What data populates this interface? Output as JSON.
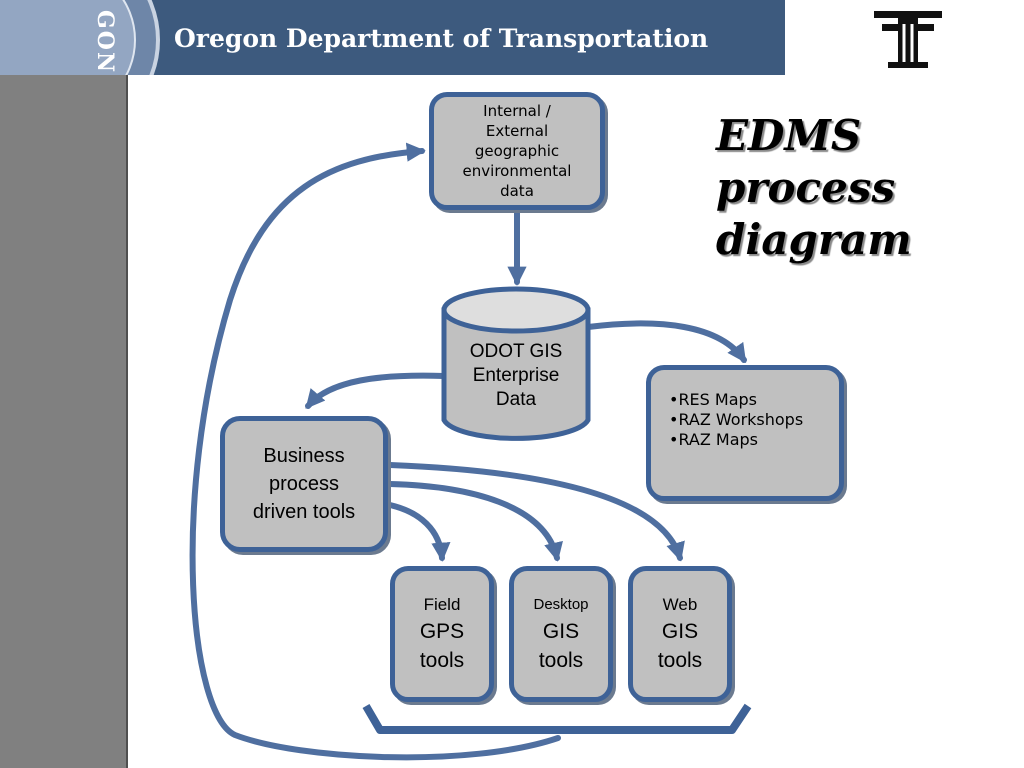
{
  "header": {
    "org_name": "Oregon Department of Transportation",
    "seal_text": "GON"
  },
  "title": [
    "EDMS",
    "process",
    "diagram"
  ],
  "nodes": {
    "internal_external": [
      "Internal /",
      "External",
      "geographic",
      "environmental",
      "data"
    ],
    "enterprise_db": [
      "ODOT GIS",
      "Enterprise",
      "Data"
    ],
    "business_tools": [
      "Business",
      "process",
      "driven tools"
    ],
    "res_list": [
      "•RES Maps",
      "•RAZ Workshops",
      "•RAZ Maps"
    ],
    "field_gps": [
      "Field",
      "GPS",
      "tools"
    ],
    "desktop_gis": [
      "Desktop",
      "GIS",
      "tools"
    ],
    "web_gis": [
      "Web",
      "GIS",
      "tools"
    ]
  },
  "colors": {
    "header_bg": "#3d5a7e",
    "box_border": "#3e6297",
    "box_fill": "#c0c0c0",
    "arrow": "#4f6fa0",
    "sidebar": "#808080"
  }
}
